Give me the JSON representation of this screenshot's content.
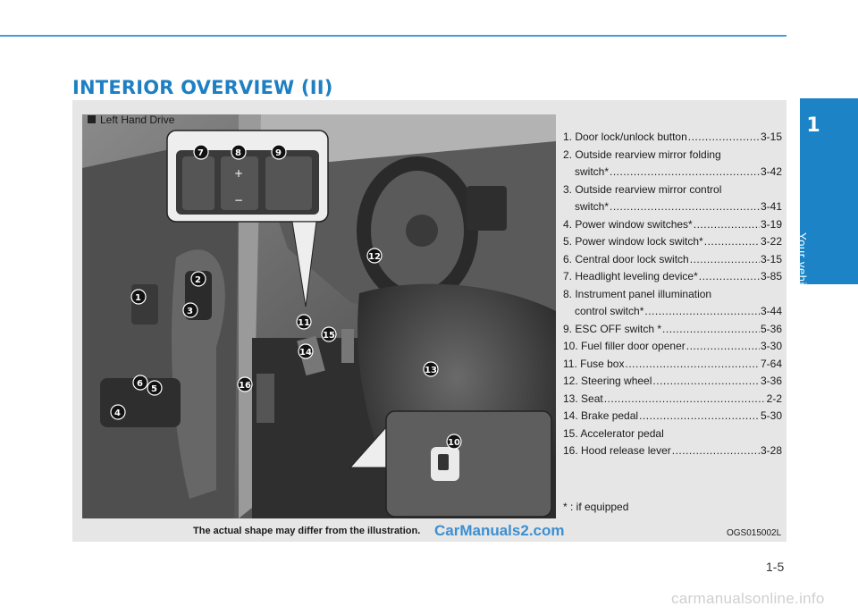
{
  "header": {
    "title": "INTERIOR OVERVIEW (II)"
  },
  "side_tab": {
    "chapter_number": "1",
    "chapter_title": "Your vehicle at a glance"
  },
  "figure": {
    "label": "Left Hand Drive",
    "caption": "The actual shape may differ from the illustration.",
    "code": "OGS015002L",
    "callouts": [
      "1",
      "2",
      "3",
      "4",
      "5",
      "6",
      "7",
      "8",
      "9",
      "10",
      "11",
      "12",
      "13",
      "14",
      "15",
      "16"
    ]
  },
  "items": [
    {
      "lines": [
        "1. Door lock/unlock button"
      ],
      "page": "3-15"
    },
    {
      "lines": [
        "2. Outside rearview mirror folding",
        "switch*"
      ],
      "page": "3-42"
    },
    {
      "lines": [
        "3. Outside rearview mirror control",
        "switch*"
      ],
      "page": "3-41"
    },
    {
      "lines": [
        "4. Power window switches*"
      ],
      "page": "3-19"
    },
    {
      "lines": [
        "5. Power window lock switch*"
      ],
      "page": "3-22"
    },
    {
      "lines": [
        "6. Central door lock switch"
      ],
      "page": "3-15"
    },
    {
      "lines": [
        "7. Headlight leveling device*"
      ],
      "page": "3-85"
    },
    {
      "lines": [
        "8. Instrument panel illumination",
        "control switch*"
      ],
      "page": "3-44"
    },
    {
      "lines": [
        "9. ESC OFF switch *"
      ],
      "page": "5-36"
    },
    {
      "lines": [
        "10. Fuel filler door opener"
      ],
      "page": "3-30"
    },
    {
      "lines": [
        "11. Fuse box"
      ],
      "page": "7-64"
    },
    {
      "lines": [
        "12. Steering wheel"
      ],
      "page": "3-36"
    },
    {
      "lines": [
        "13. Seat"
      ],
      "page": "2-2"
    },
    {
      "lines": [
        "14. Brake pedal"
      ],
      "page": "5-30"
    },
    {
      "lines": [
        "15. Accelerator pedal"
      ],
      "page": ""
    },
    {
      "lines": [
        "16. Hood release lever"
      ],
      "page": "3-28"
    }
  ],
  "footnote": "* : if equipped",
  "page_number": "1-5",
  "watermarks": {
    "overlay": "CarManuals2.com",
    "footer": "carmanualsonline.info"
  },
  "colors": {
    "accent": "#1b83c6",
    "title": "#1e7fc2",
    "panel": "#e6e6e6"
  }
}
